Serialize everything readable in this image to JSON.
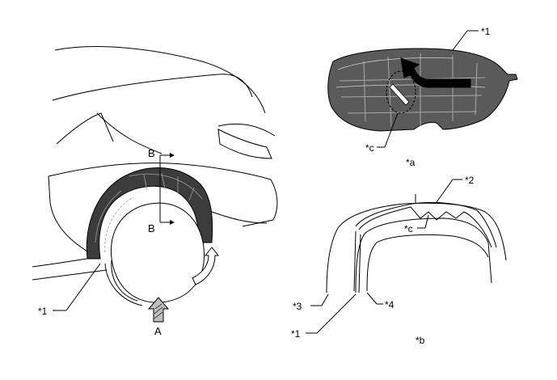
{
  "callouts": {
    "part1": "*1",
    "part2": "*2",
    "part3": "*3",
    "part4": "*4",
    "view_a": "*a",
    "view_b": "*b",
    "point_c": "*c"
  },
  "section_marks": {
    "b_top": "B",
    "b_bottom": "B",
    "a": "A"
  },
  "colors": {
    "line": "#000000",
    "liner_fill": "#3c3c3c",
    "arrow_fill": "#bdbdbd"
  }
}
